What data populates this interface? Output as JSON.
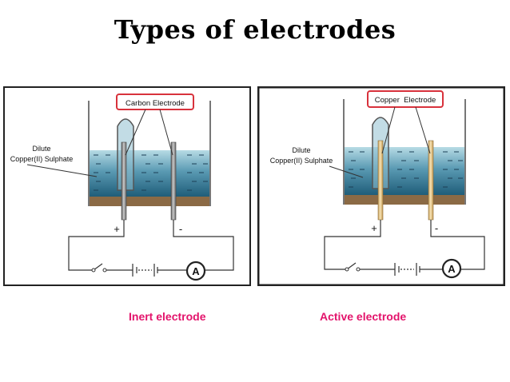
{
  "title": "Types of electrodes",
  "colors": {
    "caption": "#e3136b",
    "callout_border": "#d8323c",
    "solution_top": "#b7dbe5",
    "solution_bottom": "#1f5d79",
    "bottom_layer": "#8b6a45",
    "carbon_rod": "#8f8f8f",
    "copper_rod": "#e8c98a"
  },
  "panels": [
    {
      "callout": "Carbon Electrode",
      "solution_label_line1": "Dilute",
      "solution_label_line2": "Copper(II) Sulphate",
      "positive_sign": "+",
      "negative_sign": "-",
      "ammeter": "A",
      "caption": "Inert electrode",
      "rod_type": "carbon"
    },
    {
      "callout": "Copper  Electrode",
      "solution_label_line1": "Dilute",
      "solution_label_line2": "Copper(II) Sulphate",
      "positive_sign": "+",
      "negative_sign": "-",
      "ammeter": "A",
      "caption": "Active electrode",
      "rod_type": "copper"
    }
  ]
}
